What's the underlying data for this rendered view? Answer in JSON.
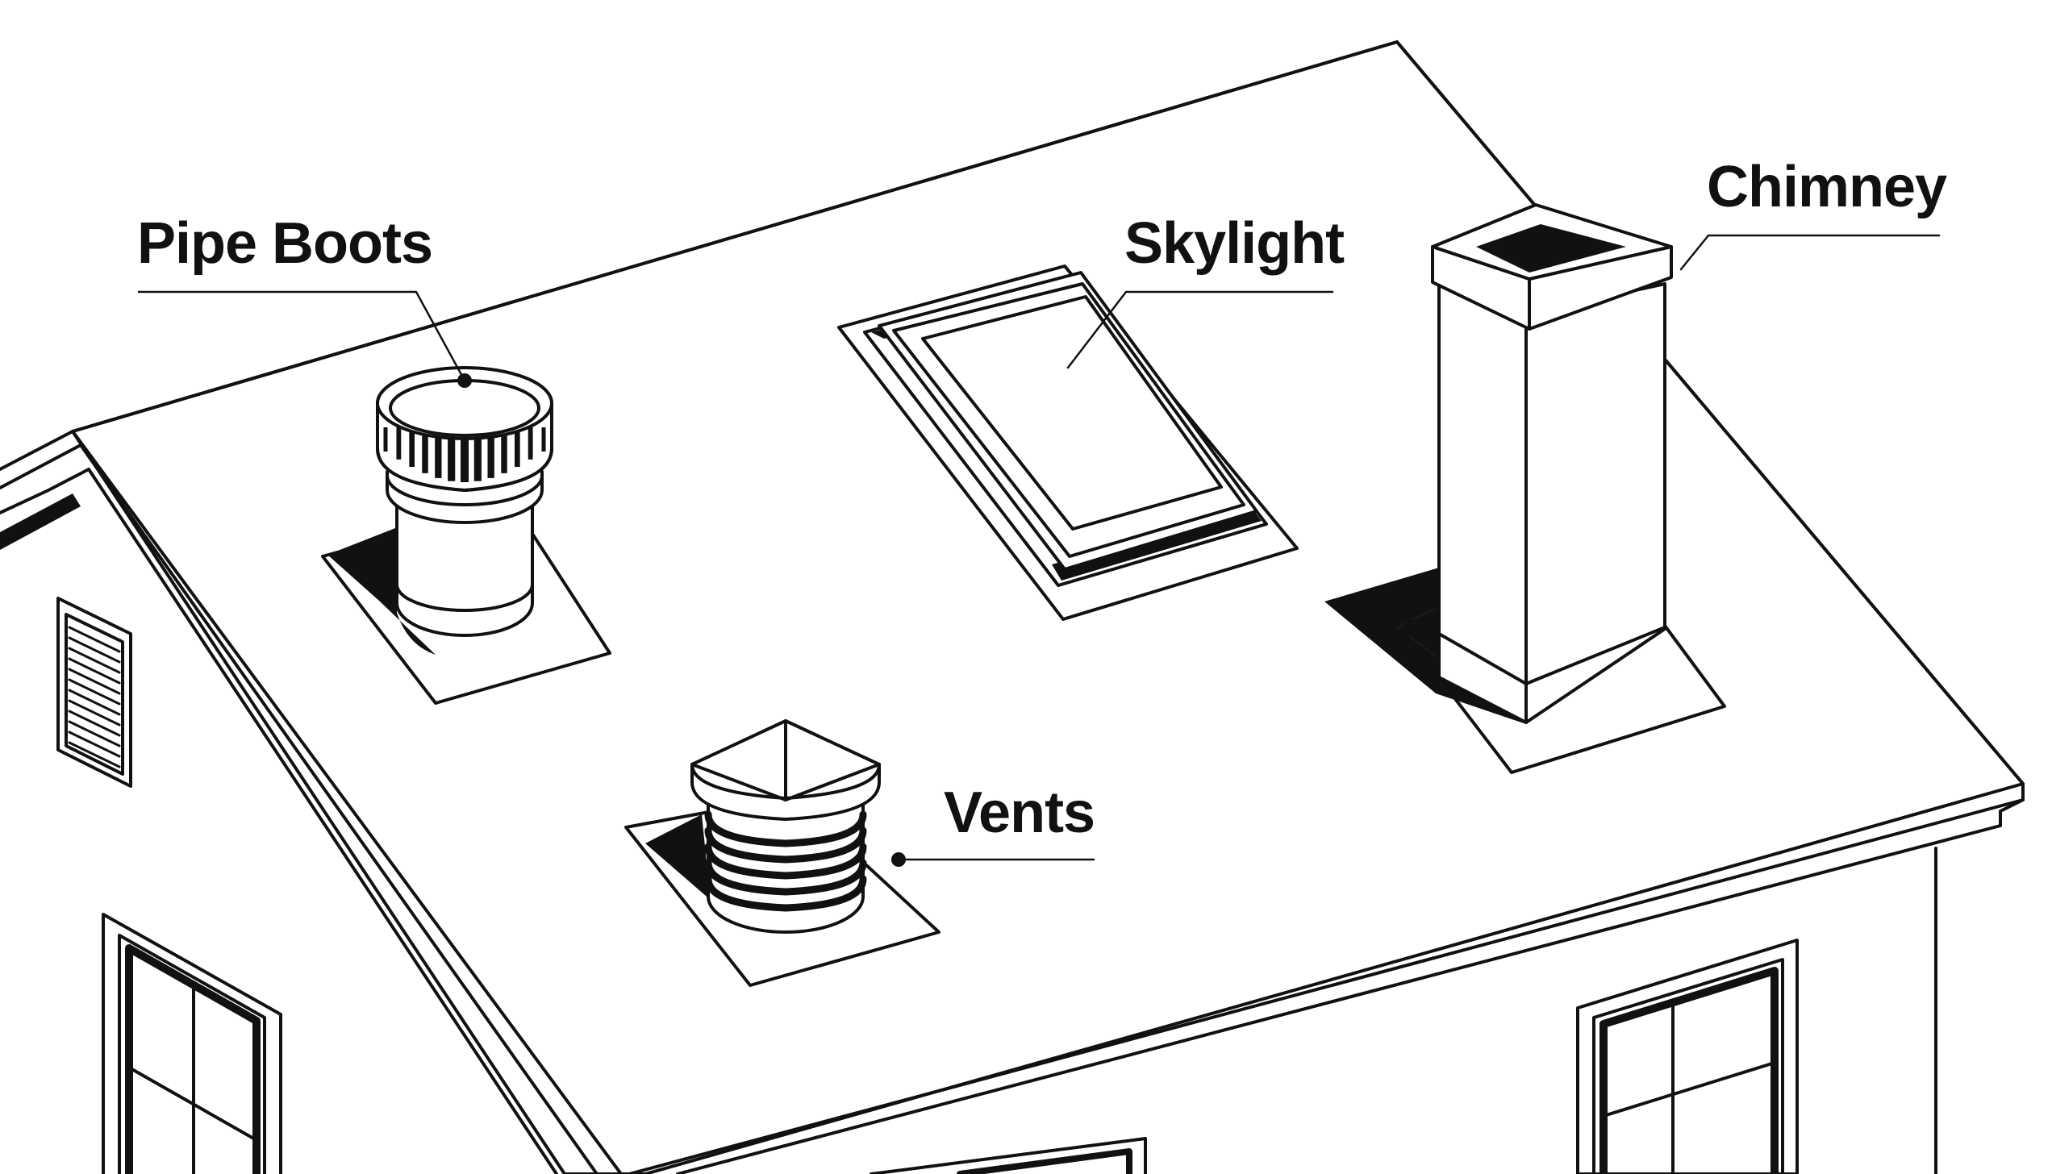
{
  "labels": {
    "pipe_boots": "Pipe Boots",
    "skylight": "Skylight",
    "chimney": "Chimney",
    "vents": "Vents"
  },
  "colors": {
    "ink": "#111111",
    "paper": "#ffffff"
  }
}
